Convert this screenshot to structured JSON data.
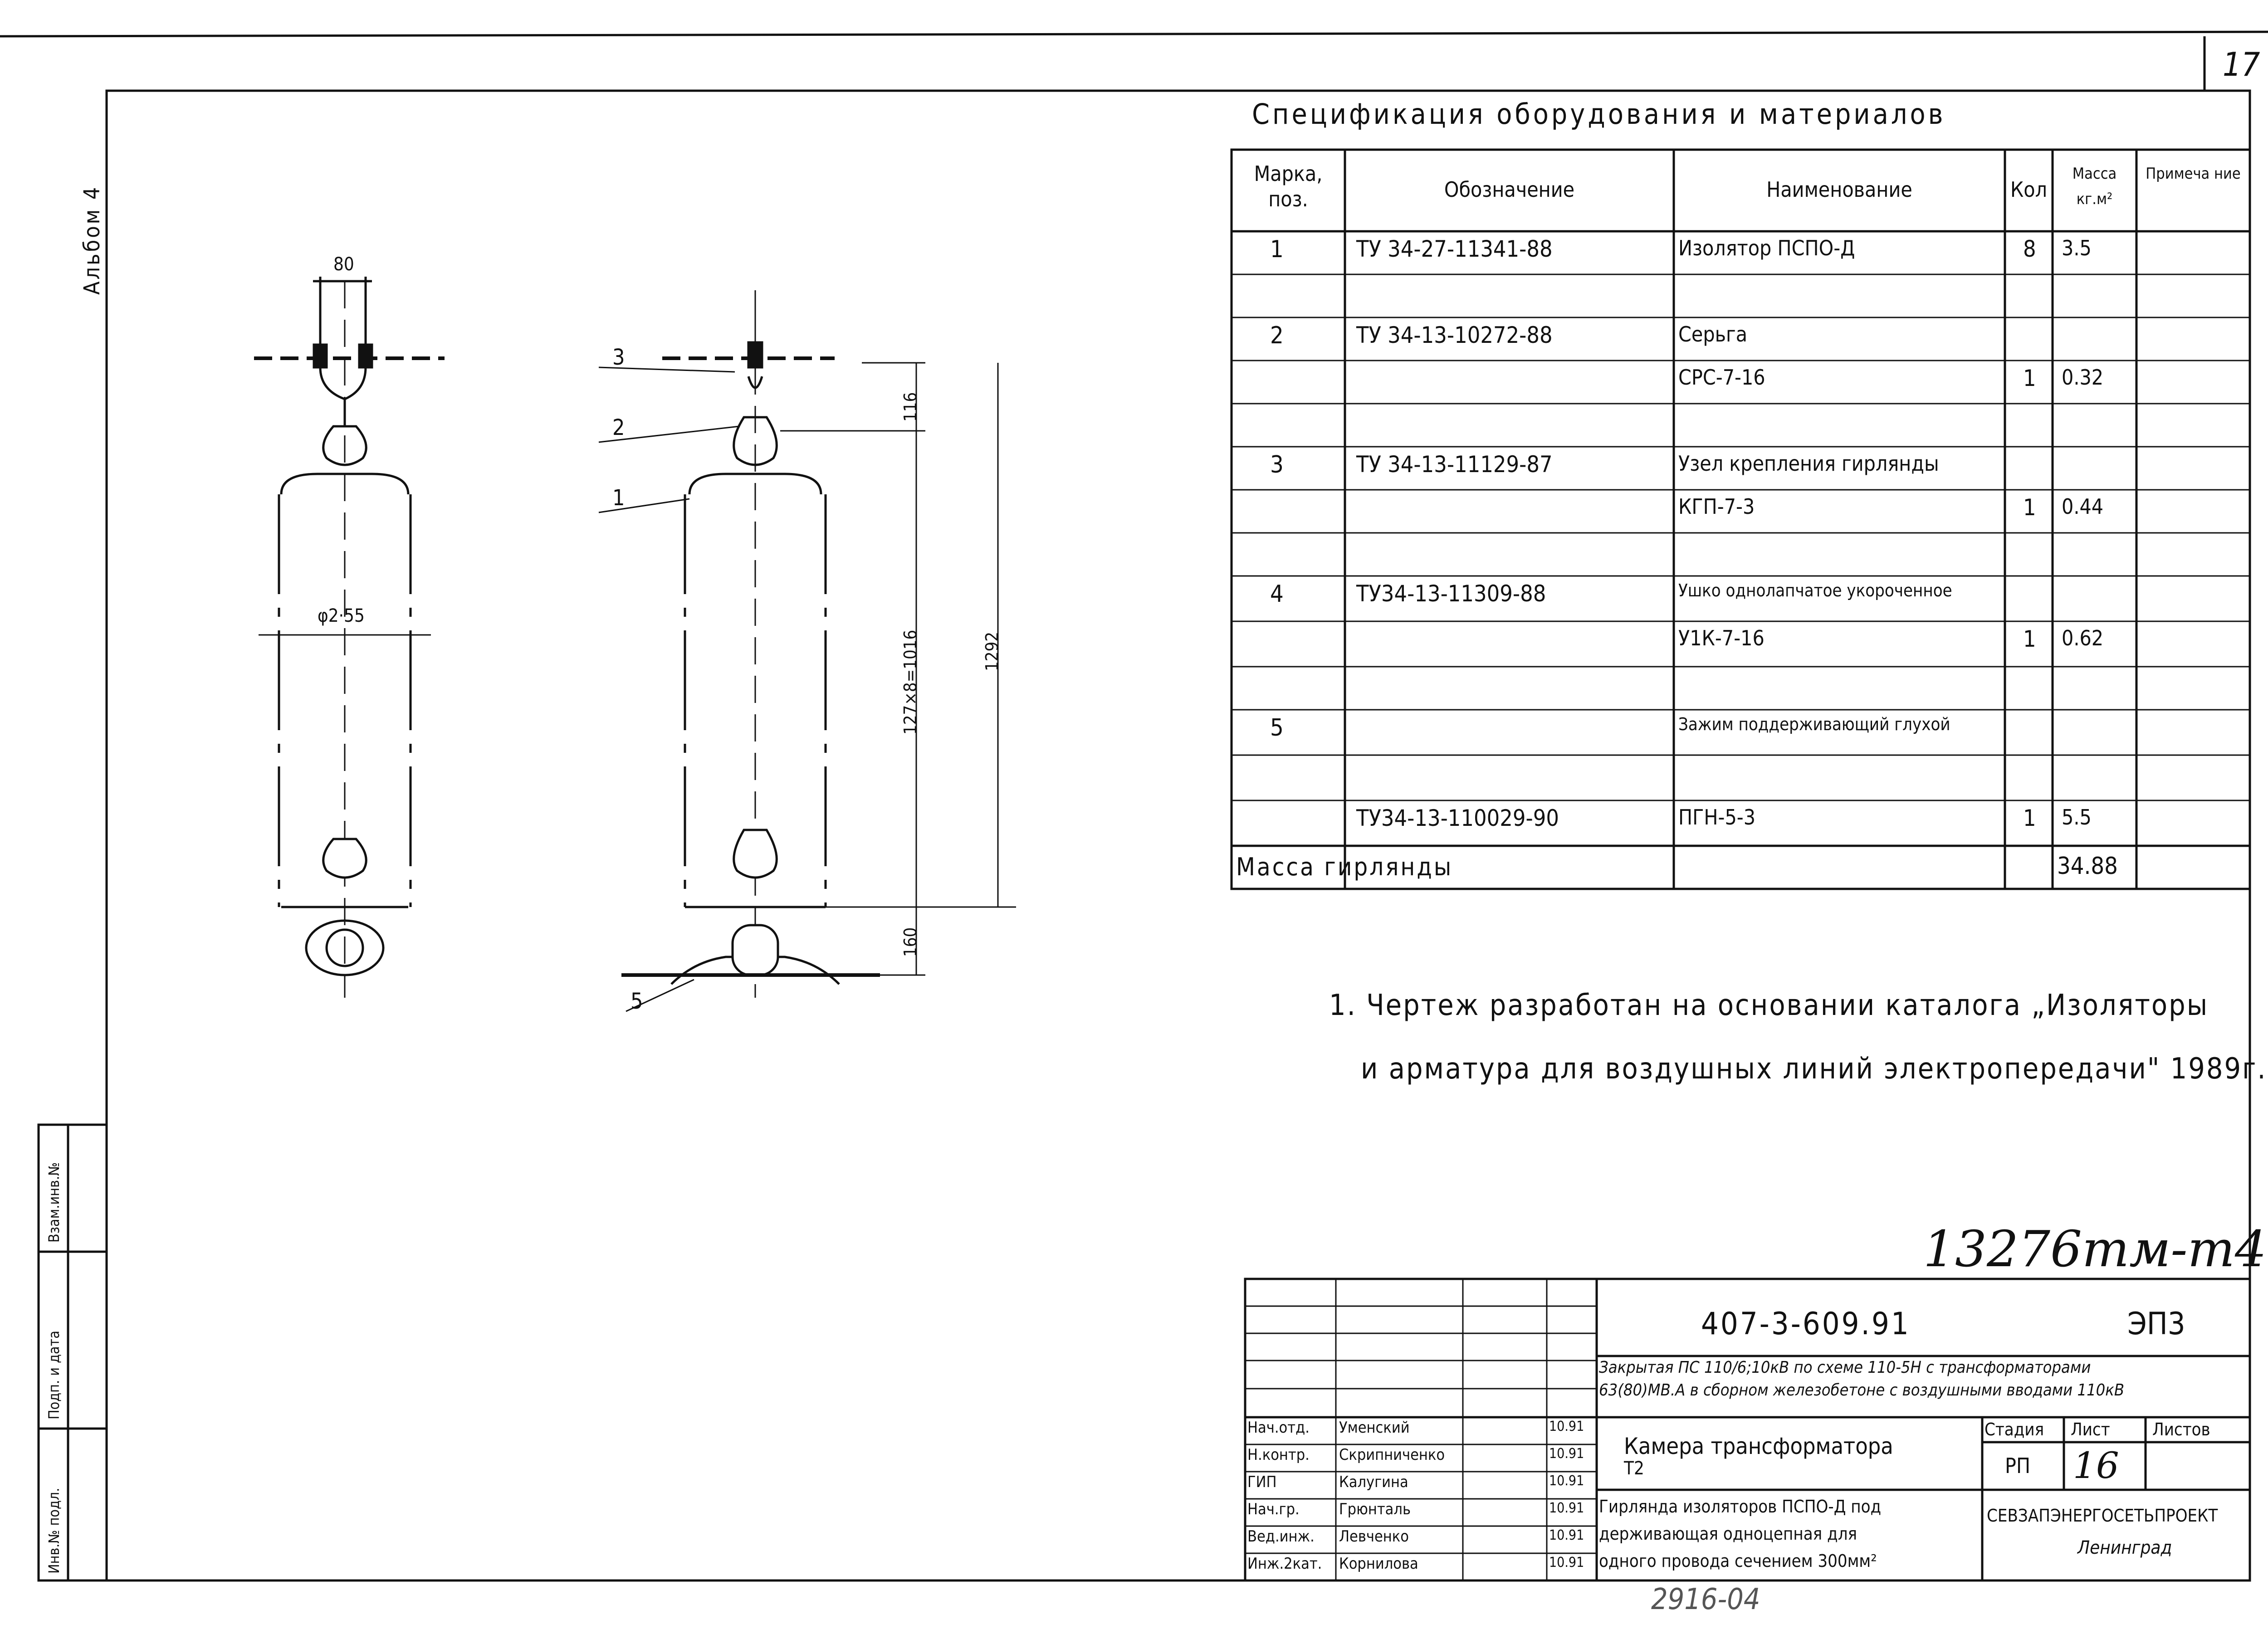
{
  "page_number": "17",
  "album_label": "Альбом 4",
  "spec": {
    "title": "Спецификация оборудования и материалов",
    "headers": {
      "mark": "Марка, поз.",
      "designation": "Обозначение",
      "name": "Наименование",
      "qty": "Кол",
      "mass": "Масса кг.м²",
      "note": "Примеча ние"
    },
    "rows": [
      {
        "mark": "1",
        "designation": "ТУ 34-27-11341-88",
        "name": "Изолятор ПСПО-Д",
        "qty": "8",
        "mass": "3.5"
      },
      {
        "mark": "",
        "designation": "",
        "name": "",
        "qty": "",
        "mass": ""
      },
      {
        "mark": "2",
        "designation": "ТУ 34-13-10272-88",
        "name": "Серьга",
        "qty": "",
        "mass": ""
      },
      {
        "mark": "",
        "designation": "",
        "name": "СРС-7-16",
        "qty": "1",
        "mass": "0.32"
      },
      {
        "mark": "",
        "designation": "",
        "name": "",
        "qty": "",
        "mass": ""
      },
      {
        "mark": "3",
        "designation": "ТУ 34-13-11129-87",
        "name": "Узел крепления гирлянды",
        "qty": "",
        "mass": ""
      },
      {
        "mark": "",
        "designation": "",
        "name": "КГП-7-3",
        "qty": "1",
        "mass": "0.44"
      },
      {
        "mark": "",
        "designation": "",
        "name": "",
        "qty": "",
        "mass": ""
      },
      {
        "mark": "4",
        "designation": "ТУ34-13-11309-88",
        "name": "Ушко однолапчатое укороченное",
        "qty": "",
        "mass": ""
      },
      {
        "mark": "",
        "designation": "",
        "name": "У1К-7-16",
        "qty": "1",
        "mass": "0.62"
      },
      {
        "mark": "",
        "designation": "",
        "name": "",
        "qty": "",
        "mass": ""
      },
      {
        "mark": "5",
        "designation": "",
        "name": "Зажим поддерживающий глухой",
        "qty": "",
        "mass": ""
      },
      {
        "mark": "",
        "designation": "",
        "name": "",
        "qty": "",
        "mass": ""
      },
      {
        "mark": "",
        "designation": "ТУ34-13-110029-90",
        "name": "ПГН-5-3",
        "qty": "1",
        "mass": "5.5"
      }
    ],
    "total_label": "Масса гирлянды",
    "total_mass": "34.88"
  },
  "note": {
    "line1": "1. Чертеж разработан на основании каталога „Изоляторы",
    "line2": "и арматура для воздушных линий электропередачи\" 1989г."
  },
  "drawing": {
    "dim_top": "80",
    "dim_diam": "φ2·55",
    "dim_116": "116",
    "dim_insulators": "127×8=1016",
    "dim_total": "1292",
    "dim_160": "160",
    "callouts": [
      "1",
      "2",
      "3",
      "5"
    ]
  },
  "stamp": {
    "archive_no": "13276тм-т4",
    "code": "407-3-609.91",
    "section": "ЭП3",
    "project_line1": "Закрытая ПС 110/6;10кВ по схеме 110-5Н с трансформаторами",
    "project_line2": "63(80)МВ.А в сборном железобетоне с воздушными вводами 110кВ",
    "object_line1": "Камера трансформатора",
    "object_line2": "Т2",
    "sheet_title_line1": "Гирлянда изоляторов ПСПО-Д под",
    "sheet_title_line2": "держивающая одноцепная для",
    "sheet_title_line3": "одного провода сечением 300мм²",
    "stage_label": "Стадия",
    "sheet_label": "Лист",
    "sheets_label": "Листов",
    "stage": "РП",
    "sheet": "16",
    "org_line1": "СЕВЗАПЭНЕРГОСЕТЬПРОЕКТ",
    "org_line2": "Ленинград",
    "people": [
      {
        "role": "Нач.отд.",
        "name": "Уменский",
        "date": "10.91"
      },
      {
        "role": "Н.контр.",
        "name": "Скрипниченко",
        "date": "10.91"
      },
      {
        "role": "ГИП",
        "name": "Калугина",
        "date": "10.91"
      },
      {
        "role": "Нач.гр.",
        "name": "Грюнталь",
        "date": "10.91"
      },
      {
        "role": "Вед.инж.",
        "name": "Левченко",
        "date": "10.91"
      },
      {
        "role": "Инж.2кат.",
        "name": "Корнилова",
        "date": "10.91"
      }
    ],
    "bottom_code": "2916-04"
  },
  "side_fields": {
    "inv_no": "Инв.№ подл.",
    "sign_date": "Подп. и дата",
    "replace_inv": "Взам.инв.№"
  }
}
